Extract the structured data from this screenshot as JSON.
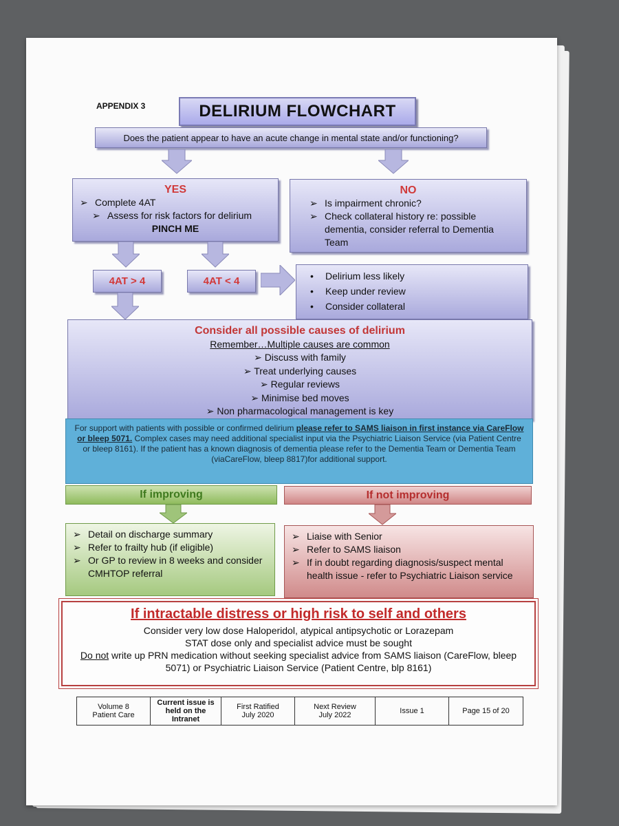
{
  "appendix": "APPENDIX 3",
  "title": "DELIRIUM FLOWCHART",
  "question": "Does the patient appear to have an acute change in mental state and/or functioning?",
  "yes": {
    "header": "YES",
    "item1": "Complete 4AT",
    "item2": "Assess for risk factors for delirium",
    "mnemonic": "PINCH ME"
  },
  "no": {
    "header": "NO",
    "items": [
      "Is impairment chronic?",
      "Check collateral history re: possible dementia, consider referral to Dementia Team"
    ]
  },
  "score_high": "4AT > 4",
  "score_low": "4AT < 4",
  "less_likely": [
    "Delirium less likely",
    "Keep under review",
    "Consider collateral"
  ],
  "causes": {
    "header": "Consider all possible causes of delirium",
    "subheader": "Remember…Multiple causes are common",
    "items": [
      "Discuss with family",
      "Treat underlying causes",
      "Regular reviews",
      "Minimise bed moves",
      "Non pharmacological management is key"
    ]
  },
  "support": {
    "text1": "For support with patients with possible or confirmed delirium ",
    "emph": "please refer to SAMS liaison in first instance via CareFlow or bleep 5071.",
    "text2": " Complex cases may need additional specialist input via the Psychiatric Liaison Service (via Patient Centre or bleep 8161). If the patient has a known diagnosis of dementia please refer to the Dementia Team or Dementia Team (viaCareFlow, bleep 8817)for additional support."
  },
  "improving": {
    "header": "If improving",
    "items": [
      "Detail on discharge summary",
      "Refer to frailty hub (if eligible)",
      "Or GP to review in 8 weeks and consider CMHTOP referral"
    ]
  },
  "not_improving": {
    "header": "If not improving",
    "items": [
      "Liaise with Senior",
      "Refer to SAMS liaison",
      "If in doubt regarding diagnosis/suspect mental health issue - refer to Psychiatric Liaison service"
    ]
  },
  "risk": {
    "title": "If intractable distress or high risk to self and others",
    "line1": "Consider very low dose Haloperidol, atypical antipsychotic or Lorazepam",
    "line2": "STAT dose only and specialist advice must be sought",
    "do_not": "Do not",
    "line3": " write up PRN medication without seeking specialist advice from SAMS liaison (CareFlow, bleep 5071) or Psychiatric Liaison Service (Patient Centre, blp 8161)"
  },
  "footer": {
    "volume": "Volume 8",
    "section": "Patient Care",
    "current": "Current issue is held on the Intranet",
    "ratified_label": "First Ratified",
    "ratified_date": "July 2020",
    "review_label": "Next Review",
    "review_date": "July 2022",
    "issue": "Issue 1",
    "page": "Page 15 of 20"
  }
}
